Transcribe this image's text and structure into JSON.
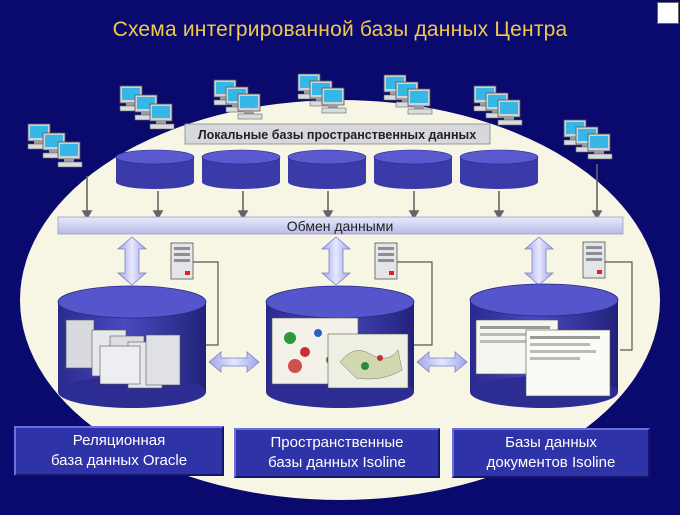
{
  "title": "Схема интегрированной базы данных Центра",
  "local_db_label": "Локальные базы пространственных данных",
  "exchange_label": "Обмен данными",
  "captions": [
    {
      "line1": "Реляционная",
      "line2": "база данных Oracle"
    },
    {
      "line1": "Пространственные",
      "line2": "базы данных Isoline"
    },
    {
      "line1": "Базы данных",
      "line2": "документов Isoline"
    }
  ],
  "colors": {
    "background": "#0a0a6e",
    "ellipse": "#f7f5e3",
    "cylinder": "#3a3aa8",
    "title": "#f2c84b"
  },
  "icons": [
    "workstation-icon",
    "server-icon",
    "double-arrow-icon"
  ]
}
